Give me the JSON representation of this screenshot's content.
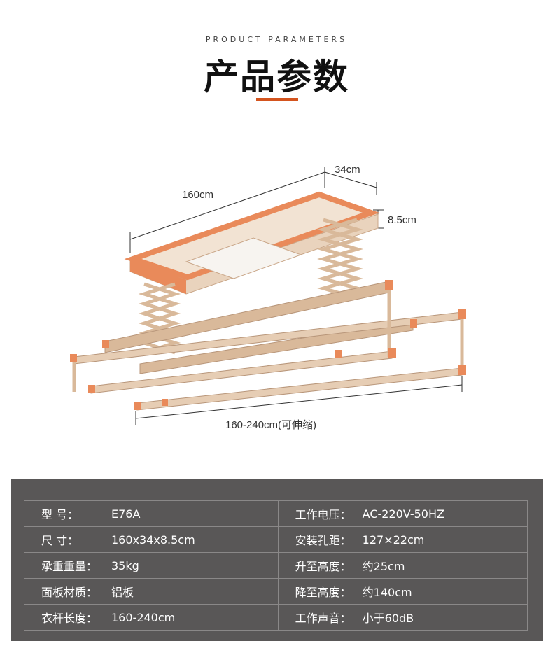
{
  "header": {
    "subtitle": "PRODUCT PARAMETERS",
    "title": "产品参数"
  },
  "dimensions": {
    "length": "160cm",
    "width": "34cm",
    "height": "8.5cm",
    "extended": "160-240cm(可伸缩)"
  },
  "colors": {
    "accent": "#d4541e",
    "panel_bg": "#595757",
    "frame_gold": "#d9b99a",
    "frame_orange": "#e98a5a"
  },
  "specs": [
    {
      "label": "型      号：",
      "value": "E76A",
      "label2": "工作电压：",
      "value2": "AC-220V-50HZ"
    },
    {
      "label": "尺      寸：",
      "value": "160x34x8.5cm",
      "label2": "安装孔距：",
      "value2": "127×22cm"
    },
    {
      "label": "承重重量：",
      "value": "35kg",
      "label2": "升至高度：",
      "value2": "约25cm"
    },
    {
      "label": "面板材质：",
      "value": "铝板",
      "label2": "降至高度：",
      "value2": "约140cm"
    },
    {
      "label": "衣杆长度：",
      "value": "160-240cm",
      "label2": "工作声音：",
      "value2": "小于60dB"
    }
  ]
}
